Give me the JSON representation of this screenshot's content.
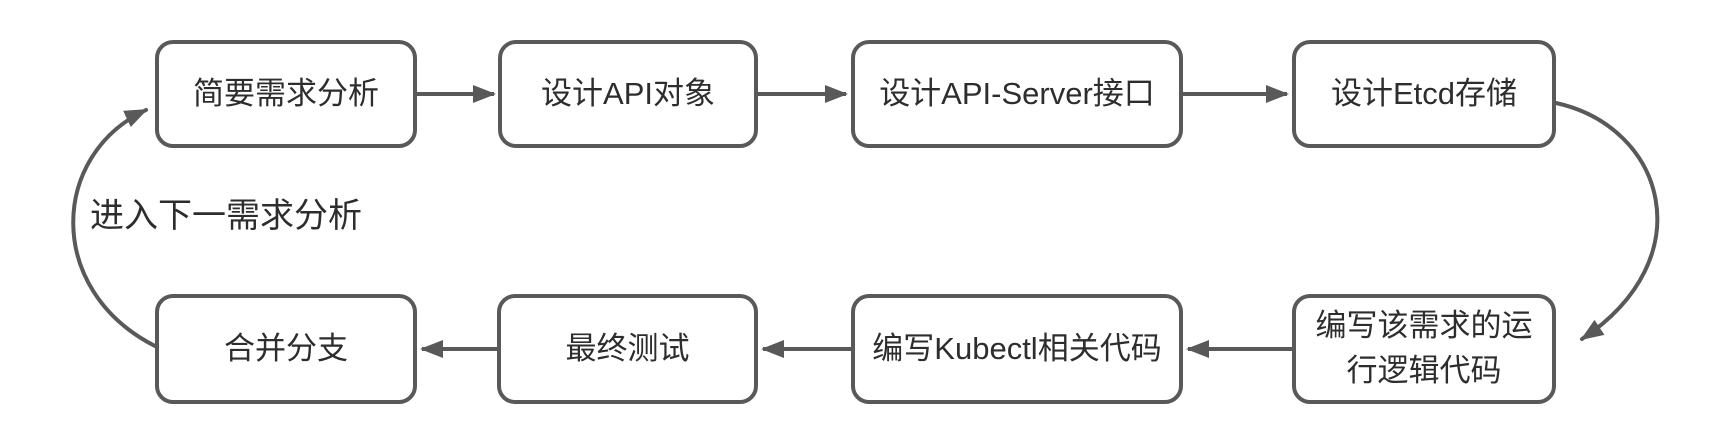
{
  "diagram": {
    "type": "flowchart",
    "nodes": [
      {
        "id": "step-1",
        "label": "简要需求分析"
      },
      {
        "id": "step-2",
        "label": "设计API对象"
      },
      {
        "id": "step-3",
        "label": "设计API-Server接口"
      },
      {
        "id": "step-4",
        "label": "设计Etcd存储"
      },
      {
        "id": "step-5",
        "label": "编写该需求的运行逻辑代码"
      },
      {
        "id": "step-6",
        "label": "编写Kubectl相关代码"
      },
      {
        "id": "step-7",
        "label": "最终测试"
      },
      {
        "id": "step-8",
        "label": "合并分支"
      }
    ],
    "edges": [
      {
        "from": "简要需求分析",
        "to": "设计API对象"
      },
      {
        "from": "设计API对象",
        "to": "设计API-Server接口"
      },
      {
        "from": "设计API-Server接口",
        "to": "设计Etcd存储"
      },
      {
        "from": "设计Etcd存储",
        "to": "编写该需求的运行逻辑代码"
      },
      {
        "from": "编写该需求的运行逻辑代码",
        "to": "编写Kubectl相关代码"
      },
      {
        "from": "编写Kubectl相关代码",
        "to": "最终测试"
      },
      {
        "from": "最终测试",
        "to": "合并分支"
      },
      {
        "from": "合并分支",
        "to": "简要需求分析",
        "label": "进入下一需求分析"
      }
    ],
    "loop_label": "进入下一需求分析",
    "colors": {
      "stroke": "#595959",
      "text": "#2d2d2d",
      "background": "#ffffff"
    }
  }
}
